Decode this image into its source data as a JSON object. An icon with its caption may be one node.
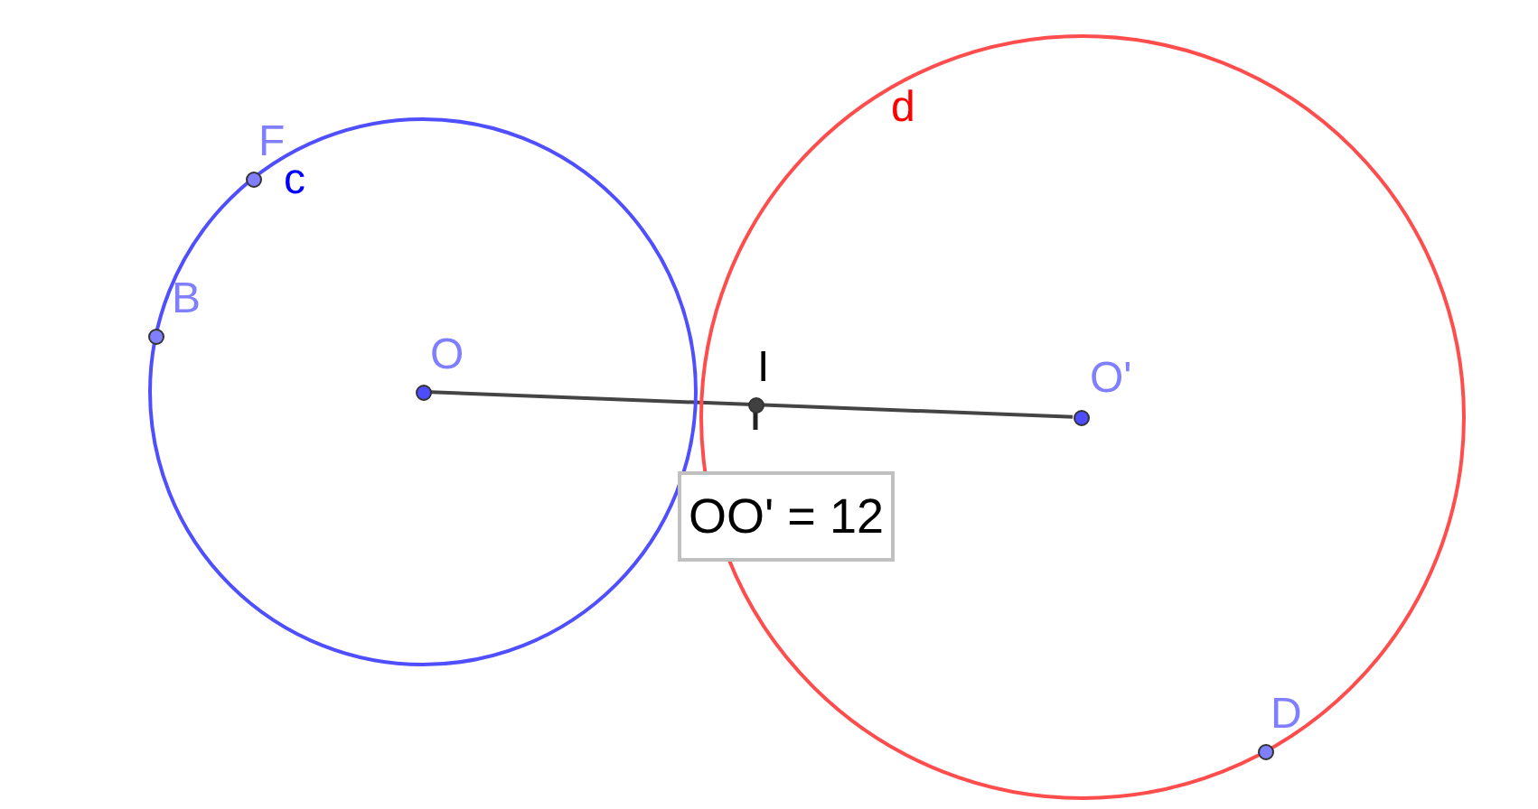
{
  "diagram": {
    "nodes": [
      {
        "text": [],
        "shape": "circle",
        "beside": [
          "c"
        ]
      },
      {
        "text": [],
        "shape": "circle",
        "beside": [
          "d"
        ]
      },
      {
        "text": [],
        "shape": "circle",
        "beside": [
          "O"
        ],
        "in": 0
      },
      {
        "text": [],
        "shape": "circle",
        "beside": [
          "O'"
        ],
        "in": 1
      },
      {
        "text": [],
        "shape": "circle",
        "beside": [
          "I"
        ],
        "in": 1
      },
      {
        "text": [],
        "shape": "circle",
        "beside": [
          "F"
        ],
        "in": 0
      },
      {
        "text": [],
        "shape": "circle",
        "beside": [
          "B"
        ],
        "in": 0
      },
      {
        "text": [],
        "shape": "circle",
        "beside": [
          "D"
        ],
        "in": 1
      },
      {
        "text": [
          "OO' = 12"
        ]
      }
    ],
    "edges": [
      {
        "from": 2,
        "to": 3,
        "arrow": "none"
      }
    ]
  }
}
